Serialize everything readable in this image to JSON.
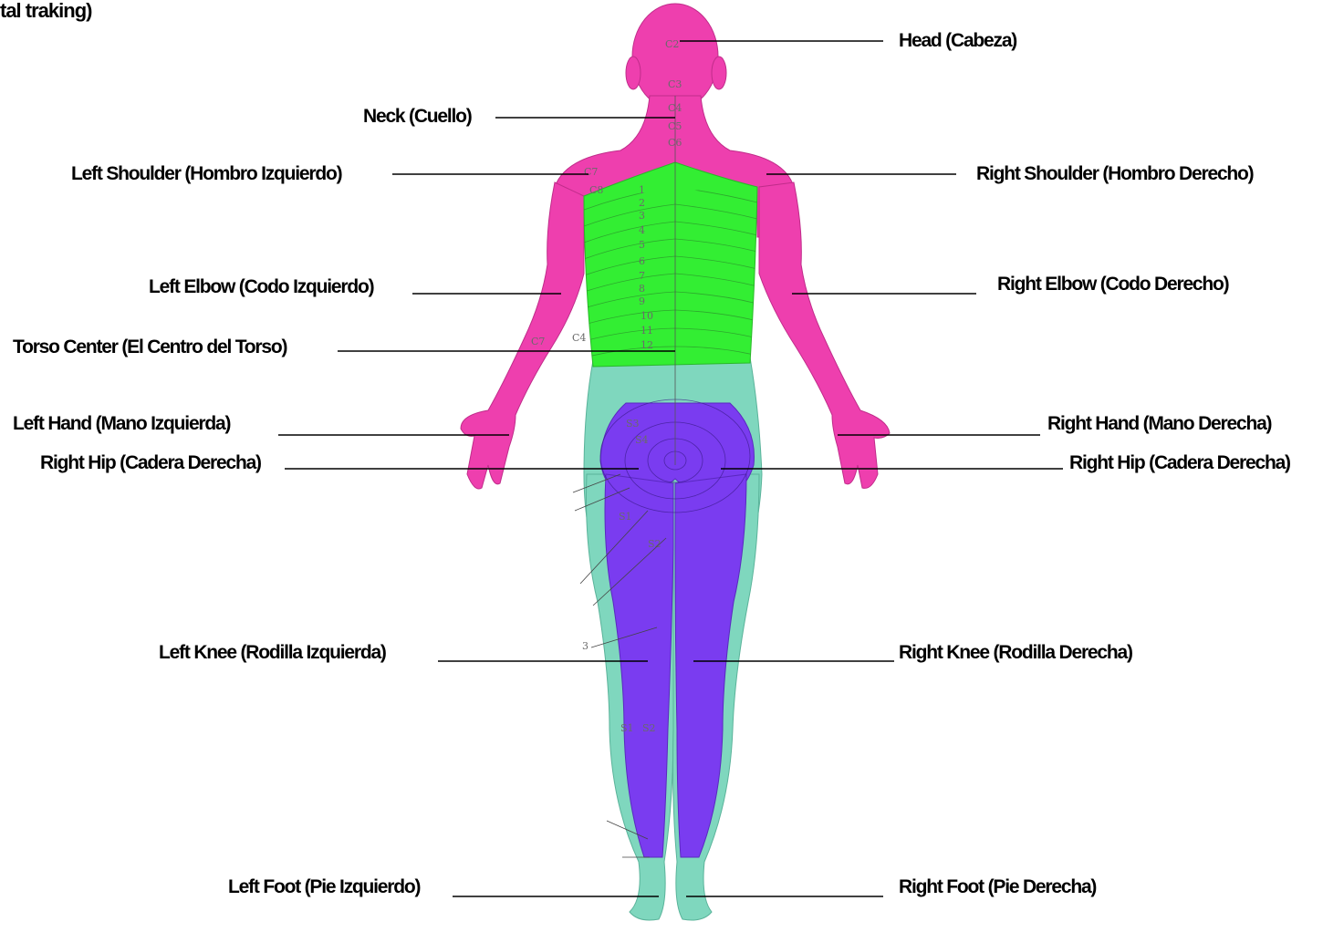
{
  "title": "tal traking)",
  "labels": {
    "head": "Head (Cabeza)",
    "neck": "Neck (Cuello)",
    "left_shoulder": "Left  Shoulder (Hombro Izquierdo)",
    "right_shoulder": "Right Shoulder (Hombro Derecho)",
    "left_elbow": "Left Elbow (Codo Izquierdo)",
    "right_elbow": "Right Elbow (Codo Derecho)",
    "torso_center": "Torso Center (El Centro del Torso)",
    "left_hand": "Left Hand (Mano Izquierda)",
    "right_hand": "Right Hand (Mano Derecha)",
    "hip_left_side": "Right Hip (Cadera Derecha)",
    "hip_right_side": "Right Hip (Cadera Derecha)",
    "left_knee": "Left Knee (Rodilla Izquierda)",
    "right_knee": "Right Knee (Rodilla Derecha)",
    "left_foot": "Left Foot (Pie Izquierdo)",
    "right_foot": "Right Foot (Pie Derecha)"
  },
  "dermatome_labels": {
    "c2": "C2",
    "c3": "C3",
    "c4": "C4",
    "c5": "C5",
    "c6": "C6",
    "c7": "C7",
    "c8": "C8",
    "arm_c7": "C7",
    "arm_c4": "C4",
    "t1": "1",
    "t2": "2",
    "t3": "3",
    "t4": "4",
    "t5": "5",
    "t6": "6",
    "t7": "7",
    "t8": "8",
    "t9": "9",
    "t10": "10",
    "t11": "11",
    "t12": "12",
    "s3": "S3",
    "s4": "S4",
    "s1_thigh": "S1",
    "s2_thigh": "S2",
    "s1_calf": "S1",
    "s2_calf": "S2",
    "l3": "3"
  },
  "colors": {
    "cervical": "#ee3fae",
    "thoracic": "#33ee33",
    "lumbar": "#7fd7be",
    "sacral": "#7a3cf0",
    "leader_line": "#000000"
  }
}
